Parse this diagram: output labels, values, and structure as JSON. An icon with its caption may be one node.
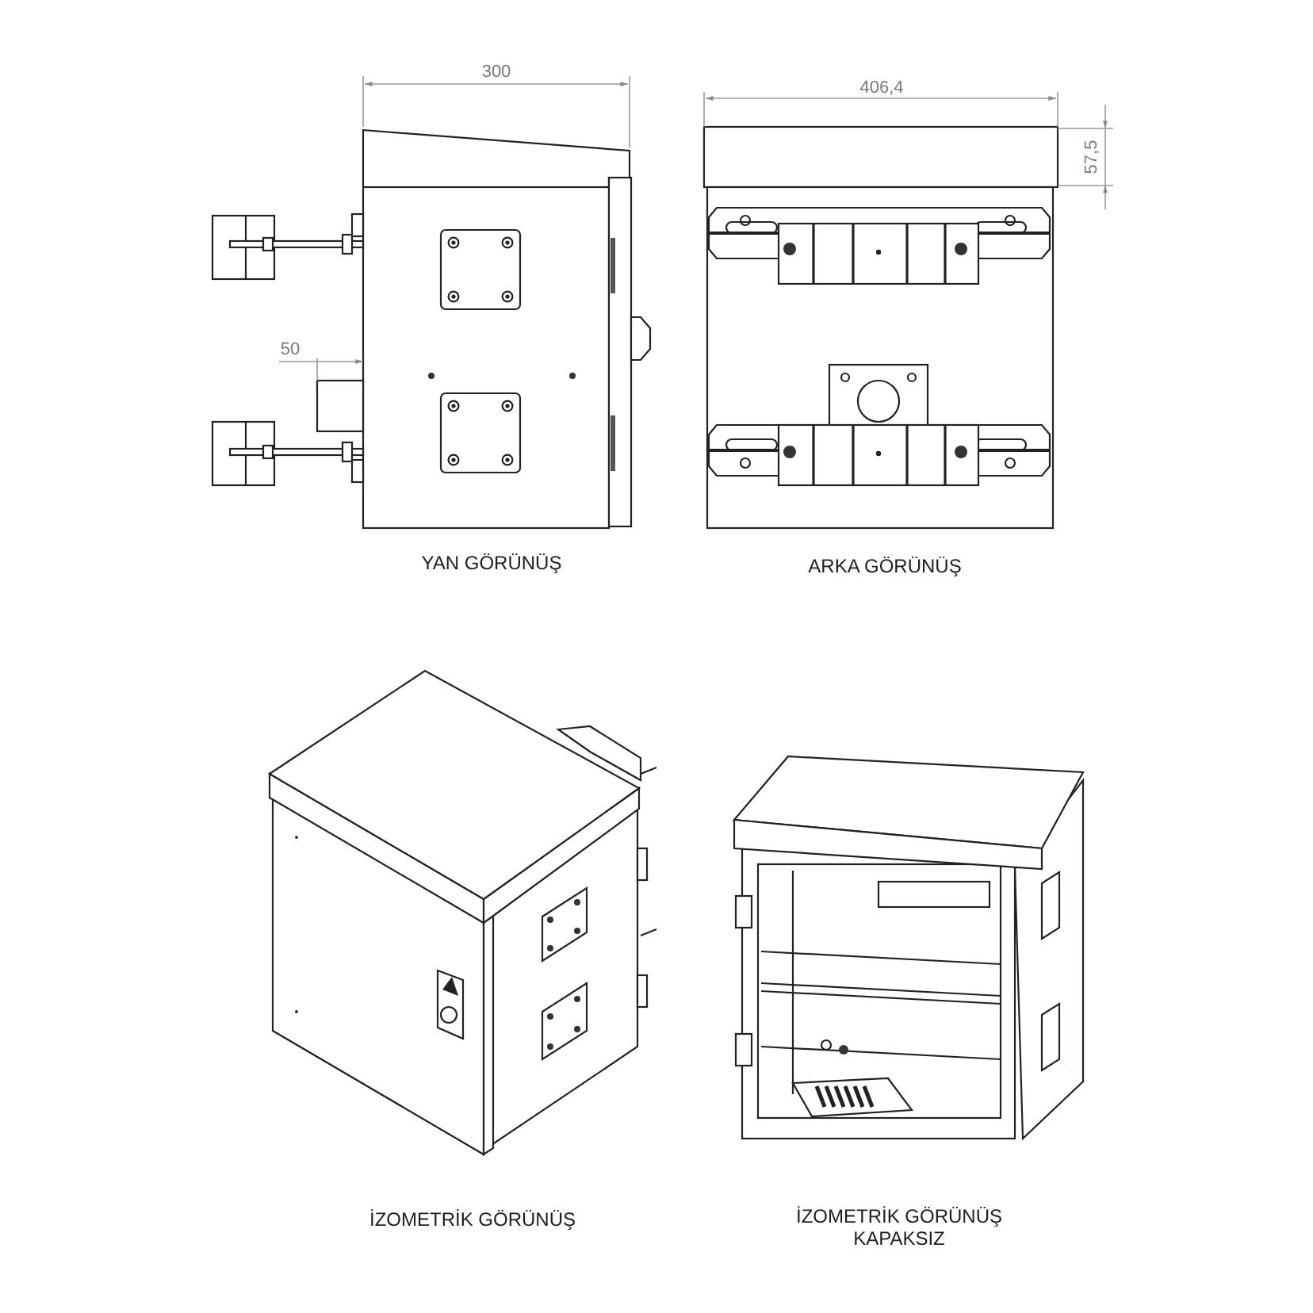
{
  "diagram": {
    "labels": [
      "300",
      "50",
      "406,4",
      "57,5",
      "YAN GÖRÜNÜŞ",
      "ARKA GÖRÜNÜŞ",
      "İZOMETRİK GÖRÜNÜŞ",
      "İZOMETRİK GÖRÜNÜŞ KAPAKSIZ"
    ]
  }
}
